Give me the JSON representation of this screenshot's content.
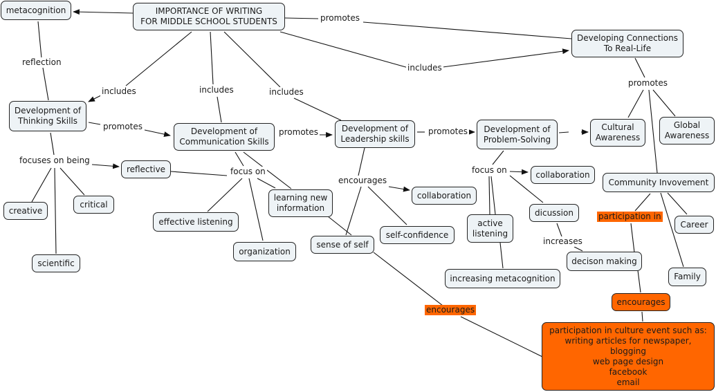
{
  "title": "IMPORTANCE OF WRITING\nFOR MIDDLE SCHOOL STUDENTS",
  "colors": {
    "node_fill": "#eef3f6",
    "highlight": "#ff6600",
    "line": "#111111"
  },
  "nodes": {
    "root": "IMPORTANCE OF WRITING\nFOR MIDDLE SCHOOL STUDENTS",
    "metacognition": "metacognition",
    "real_life": "Developing Connections\nTo Real-Life",
    "thinking": "Development of\nThinking Skills",
    "communication": "Development of\nCommunication Skills",
    "leadership": "Development of\nLeadership skills",
    "problem_solving": "Development of\nProblem-Solving",
    "cultural": "Cultural\nAwareness",
    "global": "Global\nAwareness",
    "reflective": "reflective",
    "creative": "creative",
    "critical": "critical",
    "scientific": "scientific",
    "effective_listening": "effective listening",
    "organization": "organization",
    "learning_new": "learning new\ninformation",
    "sense_of_self": "sense of self",
    "collaboration_1": "collaboration",
    "self_confidence": "self-confidence",
    "collaboration_2": "collaboration",
    "active_listening": "active\nlistening",
    "increasing_metacognition": "increasing metacognition",
    "dicussion": "dicussion",
    "decison_making": "decison making",
    "community": "Community Invovement",
    "career": "Career",
    "family": "Family",
    "encourages_box": "encourages",
    "participation_box": "participation in culture event such as:\nwriting articles for newspaper,\nblogging\nweb page design\nfacebook\nemail"
  },
  "link_labels": {
    "promotes_top": "promotes",
    "reflection": "reflection",
    "includes_1": "includes",
    "includes_2": "includes",
    "includes_3": "includes",
    "includes_4": "includes",
    "promotes_think_comm": "promotes",
    "promotes_comm_lead": "promotes",
    "promotes_lead_prob": "promotes",
    "promotes_real": "promotes",
    "focuses_on_being": "focuses on being",
    "focus_on_comm": "focus on",
    "encourages_lead": "encourages",
    "focus_on_prob": "focus on",
    "increases": "increases",
    "participation_in": "participation in",
    "encourages_orange": "encourages"
  }
}
